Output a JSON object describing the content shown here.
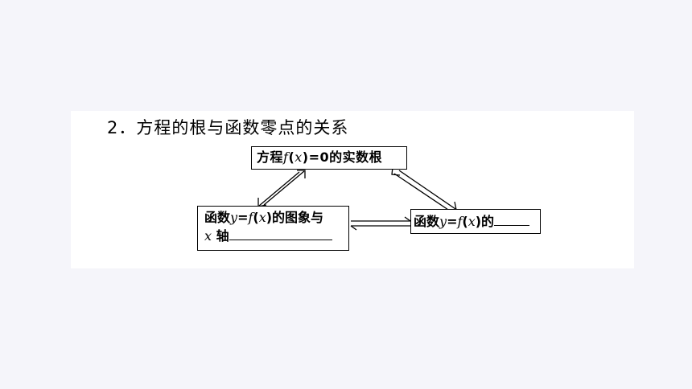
{
  "colors": {
    "page_background": "#f5f5fa",
    "panel_background": "#ffffff",
    "ink": "#000000"
  },
  "heading": "2．方程的根与函数零点的关系",
  "boxes": {
    "top": {
      "pre": "方程",
      "math": "f",
      "paren_open": "(",
      "math_var": "x",
      "post": ")=0的实数根"
    },
    "left": {
      "line1_pre": "函数",
      "line1_math_y": "y",
      "line1_eq": "=",
      "line1_math_f": "f",
      "line1_paren_open": "(",
      "line1_math_x": "x",
      "line1_post": ")的图象与",
      "line2_math_x": "x",
      "line2_text": " 轴"
    },
    "right": {
      "pre": "函数",
      "math_y": "y",
      "eq": "=",
      "math_f": "f",
      "paren_open": "(",
      "math_x": "x",
      "post": ")的"
    }
  }
}
